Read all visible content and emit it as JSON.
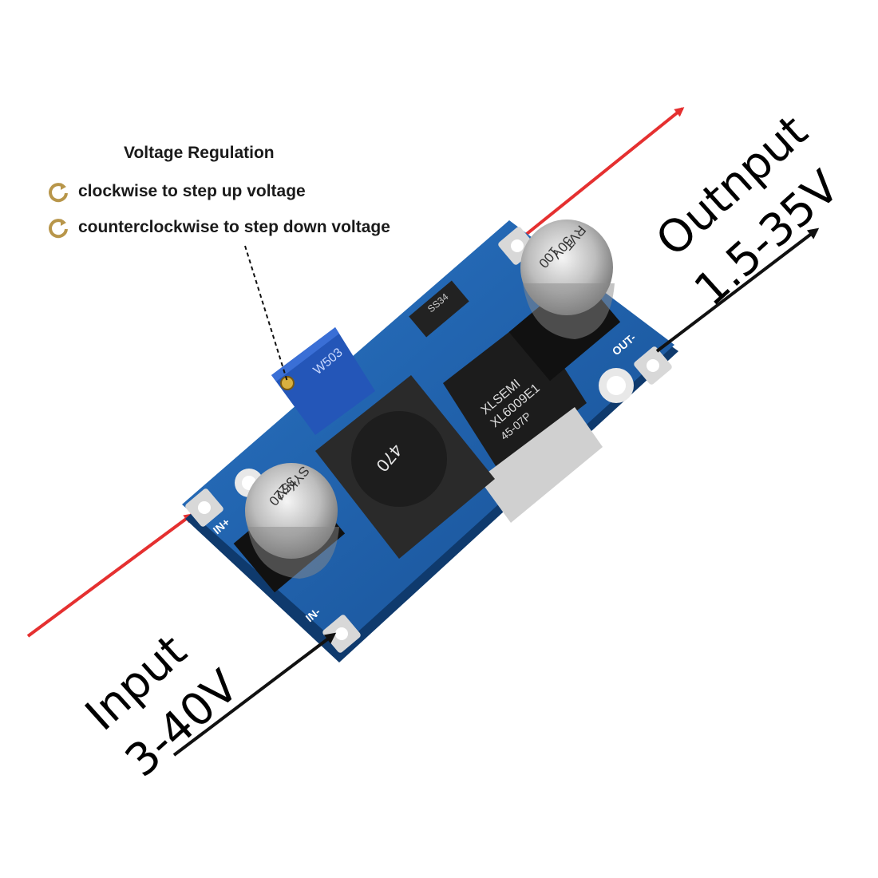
{
  "legend": {
    "title": "Voltage Regulation",
    "items": [
      {
        "label": "clockwise to step up voltage",
        "icon": "clockwise-arrow-icon"
      },
      {
        "label": "counterclockwise to step down voltage",
        "icon": "counterclockwise-arrow-icon"
      }
    ],
    "icon_color": "#b8964a"
  },
  "input": {
    "line1": "Input",
    "line2": "3-40V"
  },
  "output": {
    "line1": "Outnput",
    "line2": "1.5-35V"
  },
  "board": {
    "pin_in_plus": "IN+",
    "pin_in_minus": "IN-",
    "pin_out_minus": "OUT-",
    "cap_in": {
      "line1": "220",
      "line2": "35V",
      "line3": "SYK"
    },
    "cap_out": {
      "line1": "100",
      "line2": "50V",
      "line3": "RVT"
    },
    "inductor": "470",
    "chip": {
      "line1": "XLSEMI",
      "line2": "XL6009E1",
      "line3": "45-07P"
    },
    "pot": "W503",
    "diode": "SS34",
    "pcb_color": "#1b5ea8",
    "arrow_positive_color": "#e53030",
    "arrow_negative_color": "#111111"
  }
}
